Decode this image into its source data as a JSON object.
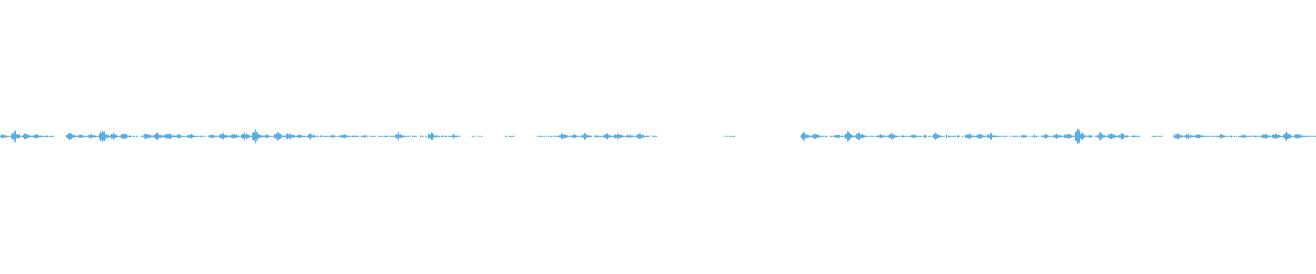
{
  "chart_data": {
    "type": "waveform",
    "color": "#5dade2",
    "background": "#ffffff",
    "amplitude_range": [
      -1,
      1
    ],
    "grid": false,
    "envelope": [
      0.02,
      0.06,
      0.03,
      0.02,
      0.01,
      0.0,
      0.04,
      0.02,
      0.02,
      0.07,
      0.03,
      0.035,
      0.01,
      0.04,
      0.04,
      0.04,
      0.02,
      0.025,
      0.01,
      0.02,
      0.03,
      0.03,
      0.035,
      0.065,
      0.02,
      0.045,
      0.04,
      0.02,
      0.03,
      0.015,
      0.015,
      0.025,
      0.01,
      0.015,
      0.005,
      0.01,
      0.035,
      0.01,
      0.01,
      0.04,
      0.01,
      0.02,
      0.0,
      0.002,
      0.0,
      0.0,
      0.005,
      0.0,
      0.0,
      0.01,
      0.01,
      0.03,
      0.02,
      0.03,
      0.015,
      0.03,
      0.035,
      0.02,
      0.03,
      0.015,
      0.0,
      0.0,
      0.0,
      0.0,
      0.0,
      0.0,
      0.002,
      0.0,
      0.0,
      0.0,
      0.0,
      0.0,
      0.0,
      0.035,
      0.03,
      0.01,
      0.02,
      0.045,
      0.04,
      0.01,
      0.02,
      0.03,
      0.01,
      0.02,
      0.015,
      0.03,
      0.015,
      0.01,
      0.03,
      0.03,
      0.03,
      0.01,
      0.01,
      0.015,
      0.015,
      0.02,
      0.03,
      0.03,
      0.075,
      0.015,
      0.035,
      0.035,
      0.03,
      0.01,
      0.0,
      0.002,
      0.0,
      0.035,
      0.025,
      0.025,
      0.005,
      0.02,
      0.01,
      0.02,
      0.01,
      0.03,
      0.03,
      0.04,
      0.03,
      0.01
    ]
  }
}
